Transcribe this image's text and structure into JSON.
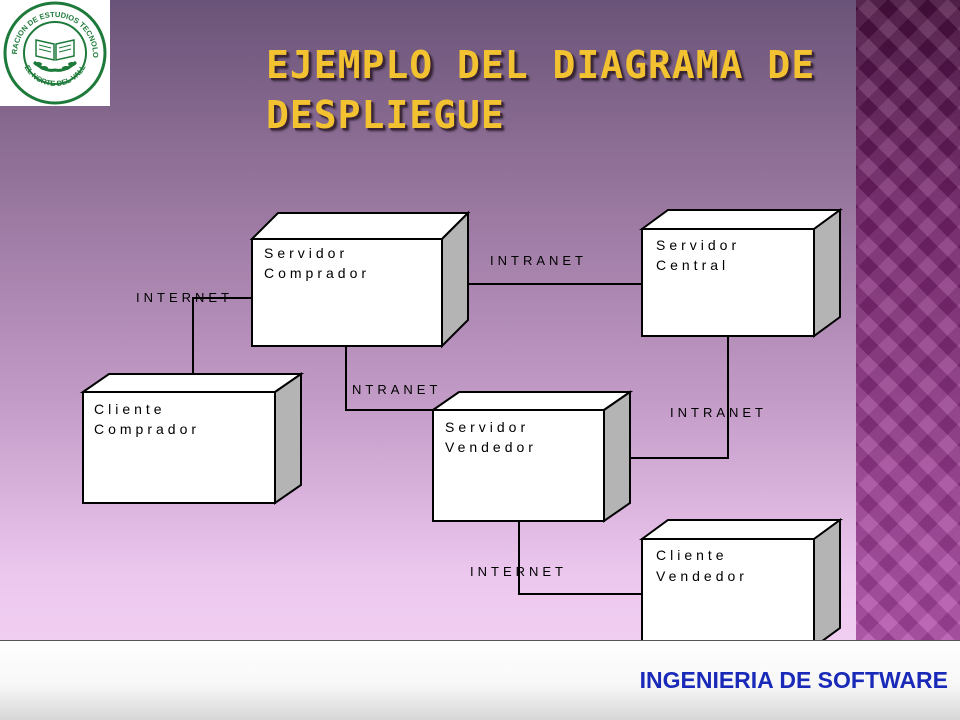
{
  "slide": {
    "title_lines": [
      "EJEMPLO DEL DIAGRAMA DE",
      "DESPLIEGUE"
    ],
    "footer": "INGENIERIA DE SOFTWARE",
    "logo": {
      "ring_text_top": "CORPORACION DE ESTUDIOS TECNOLOGICOS",
      "ring_text_bottom": "DEL NORTE DEL VALLE",
      "icon": "open-book-laurel-icon"
    },
    "colors": {
      "title": "#f2c230",
      "footer_text": "#1a2ab8",
      "logo_green": "#1e7a3a"
    }
  },
  "diagram": {
    "nodes": [
      {
        "id": "servidor-comprador",
        "lines": [
          "Servidor",
          "Comprador"
        ]
      },
      {
        "id": "servidor-central",
        "lines": [
          "Servidor",
          "Central"
        ]
      },
      {
        "id": "cliente-comprador",
        "lines": [
          "Cliente",
          "Comprador"
        ]
      },
      {
        "id": "servidor-vendedor",
        "lines": [
          "Servidor",
          "Vendedor"
        ]
      },
      {
        "id": "cliente-vendedor",
        "lines": [
          "Cliente",
          "Vendedor"
        ]
      }
    ],
    "links": [
      {
        "from": "servidor-comprador",
        "to": "servidor-central",
        "label": "INTRANET"
      },
      {
        "from": "cliente-comprador",
        "to": "servidor-comprador",
        "label": "INTERNET"
      },
      {
        "from": "servidor-comprador",
        "to": "servidor-vendedor",
        "label": "NTRANET"
      },
      {
        "from": "servidor-central",
        "to": "servidor-vendedor",
        "label": "INTRANET"
      },
      {
        "from": "servidor-vendedor",
        "to": "cliente-vendedor",
        "label": "INTERNET"
      }
    ]
  }
}
